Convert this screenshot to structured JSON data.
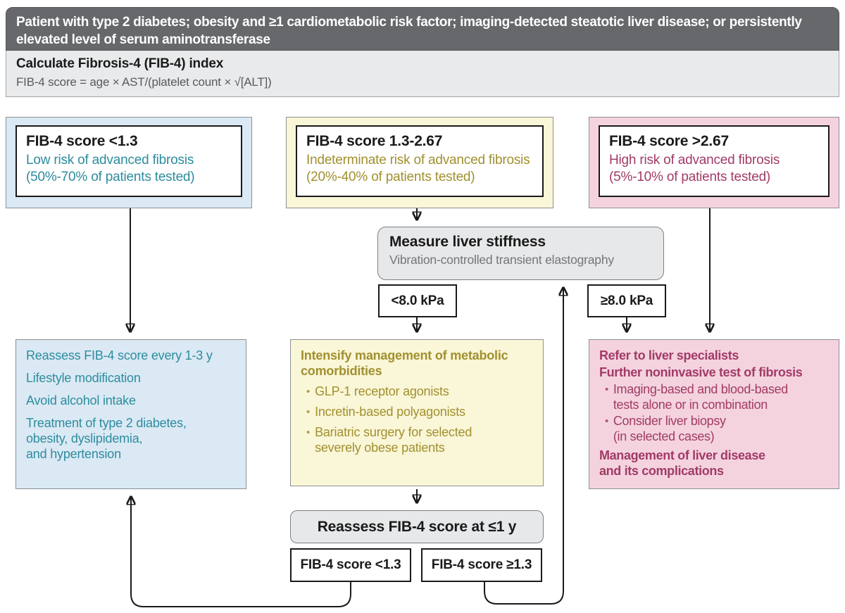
{
  "header": {
    "text": "Patient with type 2 diabetes; obesity and ≥1 cardiometabolic risk factor; imaging-detected steatotic liver disease; or persistently elevated level of serum aminotransferase"
  },
  "calc": {
    "title": "Calculate Fibrosis-4 (FIB-4) index",
    "formula": "FIB-4 score = age × AST/(platelet count × √[ALT])"
  },
  "risk": {
    "low": {
      "title": "FIB-4 score <1.3",
      "risk": "Low risk of advanced fibrosis",
      "share": "(50%-70% of patients tested)"
    },
    "indeterminate": {
      "title": "FIB-4 score 1.3-2.67",
      "risk": "Indeterminate risk of advanced fibrosis",
      "share": "(20%-40% of patients tested)"
    },
    "high": {
      "title": "FIB-4 score >2.67",
      "risk": "High risk of advanced fibrosis",
      "share": "(5%-10% of patients tested)"
    }
  },
  "stiffness": {
    "title": "Measure liver stiffness",
    "subtitle": "Vibration-controlled transient elastography",
    "branch_low": "<8.0 kPa",
    "branch_high": "≥8.0 kPa"
  },
  "plans": {
    "low": {
      "items": [
        "Reassess FIB-4 score every 1-3 y",
        "Lifestyle modification",
        "Avoid alcohol intake",
        "Treatment of type 2 diabetes,\nobesity, dyslipidemia,\nand hypertension"
      ]
    },
    "indeterminate": {
      "title": "Intensify management of metabolic\ncomorbidities",
      "bullets": [
        "GLP-1 receptor agonists",
        "Incretin-based polyagonists",
        "Bariatric surgery for selected\nseverely obese patients"
      ]
    },
    "high": {
      "line1": "Refer to liver specialists",
      "line2": "Further noninvasive test of fibrosis",
      "bullets": [
        "Imaging-based and blood-based\ntests alone or in combination",
        "Consider liver biopsy\n(in selected cases)"
      ],
      "line3": "Management of liver disease\nand its complications"
    }
  },
  "reassess": {
    "title": "Reassess FIB-4 score at ≤1 y",
    "outcome_low": "FIB-4 score <1.3",
    "outcome_high": "FIB-4 score ≥1.3"
  },
  "colors": {
    "header_gray": "#66686b",
    "band_gray": "#e9eaeb",
    "node_gray": "#e7e8e9",
    "blue_fill": "#dae9f4",
    "yellow_fill": "#faf6d8",
    "pink_fill": "#f4d3df",
    "teal_text": "#2e8c9e",
    "olive_text": "#a1902f",
    "maroon_text": "#a23b66",
    "line": "#1a1a1a"
  }
}
